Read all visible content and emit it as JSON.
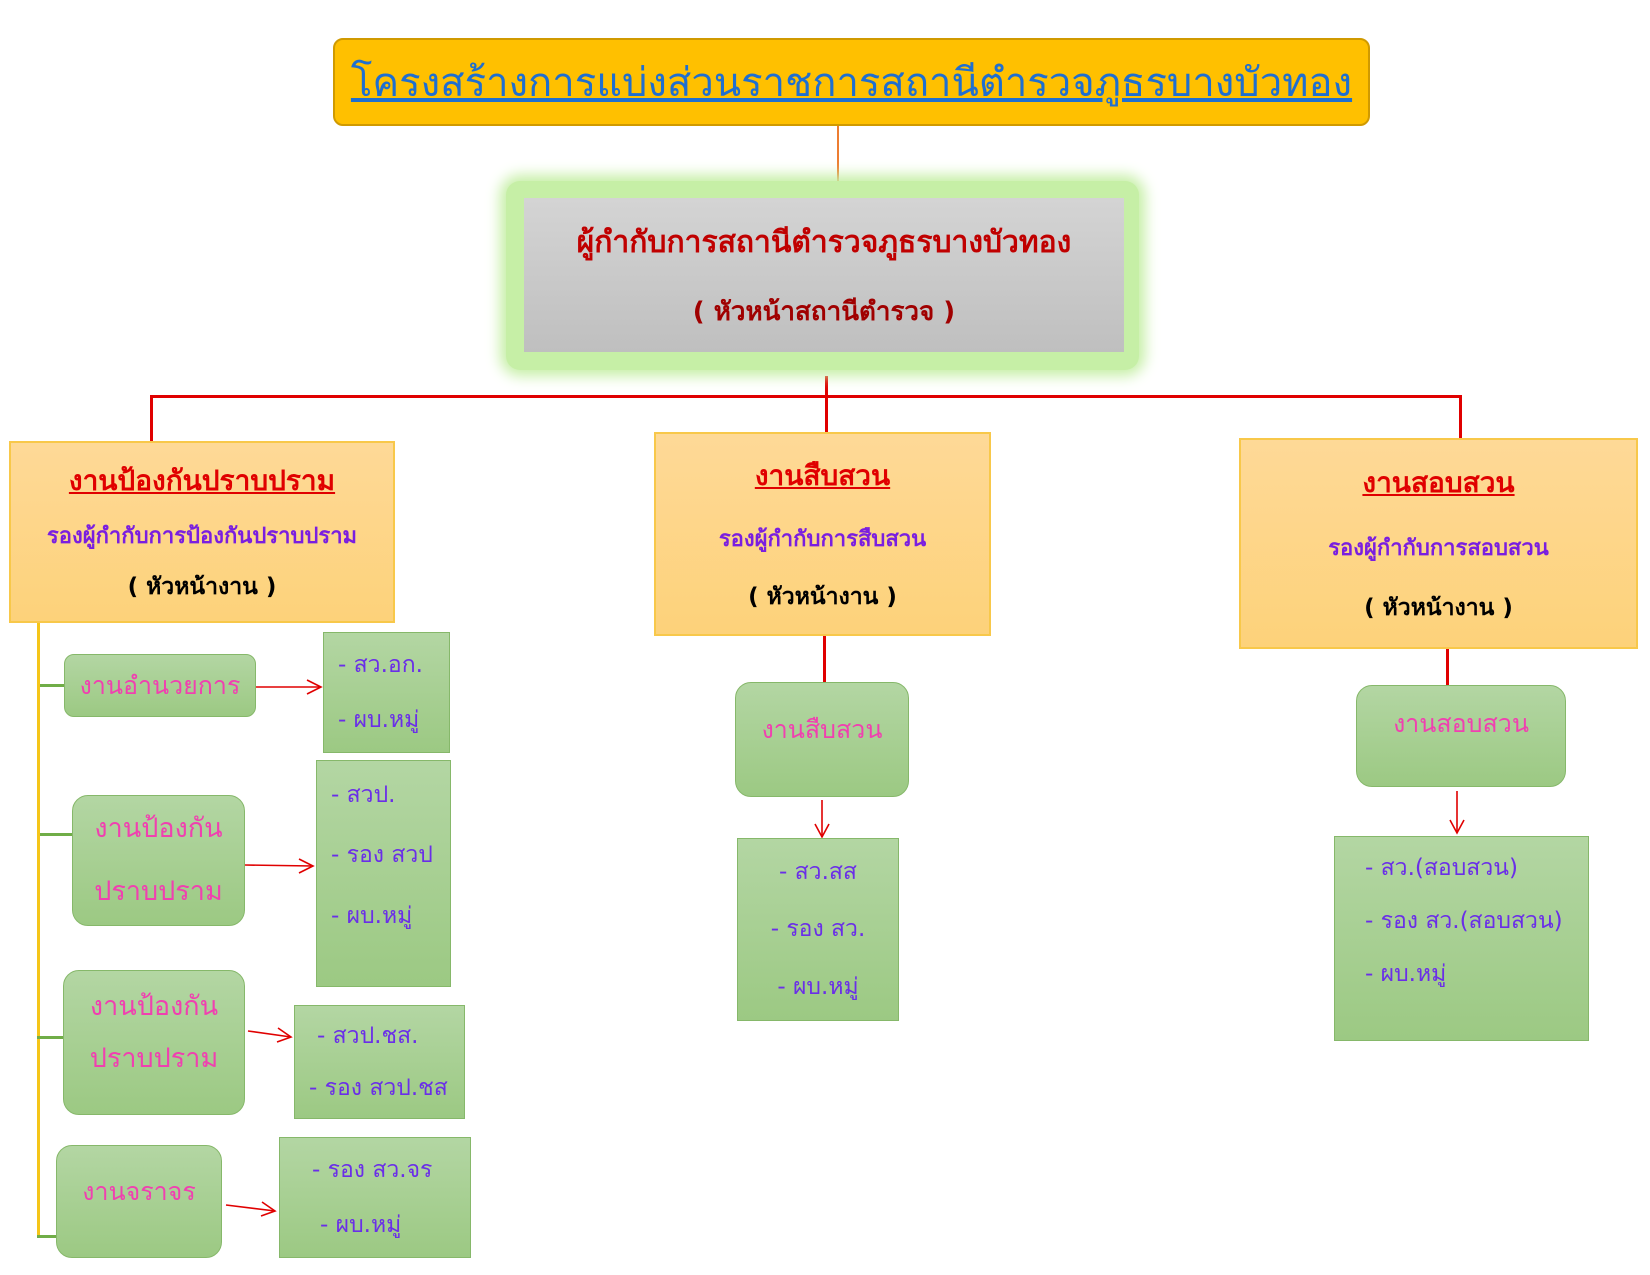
{
  "title": "โครงสร้างการแบ่งส่วนราชการสถานีตำรวจภูธรบางบัวทอง",
  "chief": {
    "title": "ผู้กำกับการสถานีตำรวจภูธรบางบัวทอง",
    "role": "( หัวหน้าสถานีตำรวจ )"
  },
  "departments": [
    {
      "name": "งานป้องกันปราบปราม",
      "deputy": "รองผู้กำกับการป้องกันปราบปราม",
      "role": "( หัวหน้างาน )",
      "units": [
        {
          "name": [
            "งานอำนวยการ"
          ],
          "staff": [
            "- สว.อก.",
            "- ผบ.หมู่"
          ]
        },
        {
          "name": [
            "งานป้องกัน",
            "ปราบปราม"
          ],
          "staff": [
            "- สวป.",
            "- รอง สวป",
            "- ผบ.หมู่"
          ]
        },
        {
          "name": [
            "งานป้องกัน",
            "ปราบปราม"
          ],
          "staff": [
            "- สวป.ชส.",
            "- รอง สวป.ชส"
          ]
        },
        {
          "name": [
            "งานจราจร"
          ],
          "staff": [
            "- รอง สว.จร",
            "- ผบ.หมู่"
          ]
        }
      ]
    },
    {
      "name": "งานสืบสวน",
      "deputy": "รองผู้กำกับการสืบสวน",
      "role": "( หัวหน้างาน )",
      "units": [
        {
          "name": [
            "งานสืบสวน"
          ],
          "staff": [
            "- สว.สส",
            "- รอง สว.",
            "- ผบ.หมู่"
          ]
        }
      ]
    },
    {
      "name": "งานสอบสวน",
      "deputy": "รองผู้กำกับการสอบสวน",
      "role": "( หัวหน้างาน )",
      "units": [
        {
          "name": [
            "งานสอบสวน"
          ],
          "staff": [
            "-  สว.(สอบสวน)",
            "- รอง สว.(สอบสวน)",
            "- ผบ.หมู่"
          ]
        }
      ]
    }
  ],
  "colors": {
    "title_bg": "#ffc000",
    "connector_red": "#e00000",
    "connector_yellow": "#f5c518",
    "connector_green": "#70ad47",
    "unit_text": "#f040b0",
    "staff_text": "#6a2ee8"
  }
}
